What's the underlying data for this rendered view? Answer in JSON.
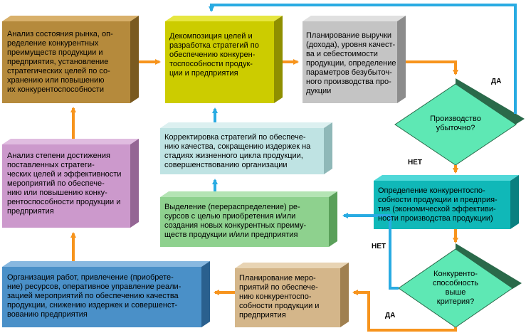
{
  "boxes": {
    "market_analysis": "Анализ состояния рынка, оп-\nределение конкурентных\nпреимуществ продукции и\nпредприятия, установление\nстратегических целей по со-\nхранению или повышению\nих конкурентоспособности",
    "decomposition": "Декомпозиция целей и\nразработка стратегий по\nобеспечению конкурен-\nтоспособности продук-\nции и предприятия",
    "revenue_planning": "Планирование выручки\n(дохода), уровня качест-\nва и себестоимости\nпродукции, определение\nпараметров безубыточ-\nного производства про-\nдукции",
    "goal_analysis": "Анализ степени достижения\nпоставленных стратеги-\nческих целей и эффективности\nмероприятий по обеспече-\nнию или повышению конку-\nрентоспособности продукции и\nпредприятия",
    "strategy_correction": "Корректировка стратегий по обеспече-\nнию качества, сокращению издержек на\nстадиях жизненного цикла продукции,\nсовершенствованию организации",
    "resource_allocation": "Выделение (перераспределение) ре-\nсурсов с целью приобретения  и/или\nсоздания новых конкурентных преиму-\nществ продукции и/или предприятия",
    "competitiveness_definition": "Определение конкурентоспо-\nсобности продукции и предприя-\nтия (экономической эффективи-\nности производства продукции)",
    "work_organization": "Организация работ, привлечение (приобрете-\nние) ресурсов, оперативное управление реали-\nзацией мероприятий по обеспечению качества\nпродукции, снижению издержек и совершенст-\nвованию предприятия",
    "measures_planning": "Планирование меро-\nприятий по обеспече-\nнию конкурентоспо-\nсобности продукции и\nпредприятия"
  },
  "decisions": {
    "unprofitable": "Производство\nубыточно?",
    "criterion": "Конкуренто-\nспособность\nвыше\nкритерия?"
  },
  "labels": {
    "yes_top": "ДА",
    "no_middle": "НЕТ",
    "no_left": "НЕТ",
    "yes_bottom": "ДА"
  },
  "colors": {
    "orange_arrow": "#f7941d",
    "blue_arrow": "#29abe2",
    "brown_box": "#b58a3c",
    "yellow_box": "#cccc00",
    "gray_box": "#c4c4c4",
    "pink_box": "#cc99cc",
    "light_blue_box": "#bfe3e3",
    "green_box": "#8ed18e",
    "teal_box": "#10b8b8",
    "blue_box": "#4a90c8",
    "tan_box": "#d4b68a",
    "diamond": "#5ee8b4"
  }
}
